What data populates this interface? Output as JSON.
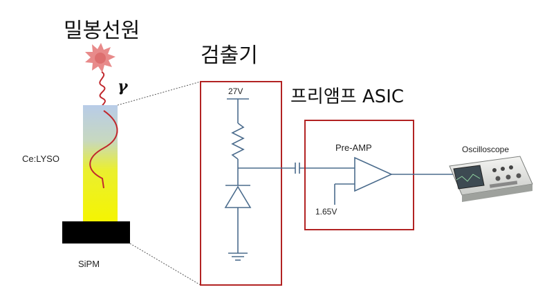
{
  "labels": {
    "source_title": "밀봉선원",
    "detector_title": "검출기",
    "preamp_title": "프리앰프 ASIC",
    "gamma_symbol": "γ",
    "crystal_label": "Ce:LYSO",
    "sipm_label": "SiPM",
    "bias_voltage": "27V",
    "preamp_label": "Pre-AMP",
    "ref_voltage": "1.65V",
    "scope_label": "Oscilloscope"
  },
  "colors": {
    "box_outline": "#b22222",
    "wire": "#4a6b8c",
    "source_burst": "#e88a8a",
    "gamma_wave": "#c0282d",
    "crystal_top": "#b7cbe6",
    "crystal_bottom": "#f2f200",
    "sipm": "#000000"
  },
  "icons": {
    "source": "radioactive-source-burst-icon",
    "oscilloscope": "oscilloscope-icon"
  }
}
